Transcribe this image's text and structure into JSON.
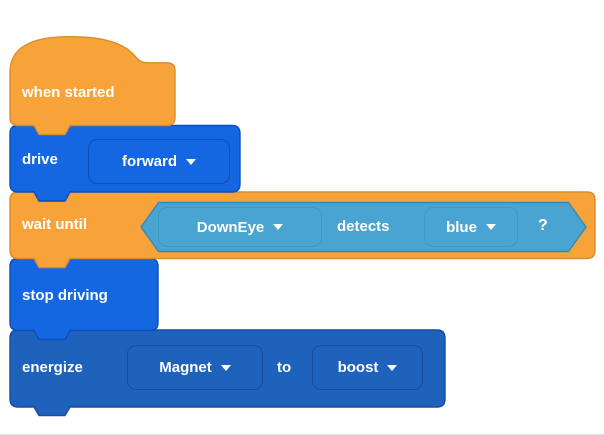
{
  "workspace": {
    "background": "#ffffff"
  },
  "colors": {
    "events_orange": "#F8A33A",
    "events_orange_border": "#D98E27",
    "drivetrain_blue": "#1467E0",
    "drivetrain_blue_border": "#0C4EBC",
    "sensing_teal": "#49A4D1",
    "sensing_teal_border": "#3389B6",
    "magnet_blue": "#1E62BC",
    "magnet_blue_border": "#164E9B",
    "text": "#ffffff"
  },
  "blocks": {
    "when_started": {
      "label": "when started"
    },
    "drive": {
      "label": "drive",
      "direction": "forward"
    },
    "wait_until": {
      "label": "wait until",
      "sensor": "DownEye",
      "verb": "detects",
      "color_value": "blue",
      "question_mark": "?"
    },
    "stop_driving": {
      "label": "stop driving"
    },
    "energize": {
      "label": "energize",
      "device": "Magnet",
      "connector": "to",
      "mode": "boost"
    }
  }
}
